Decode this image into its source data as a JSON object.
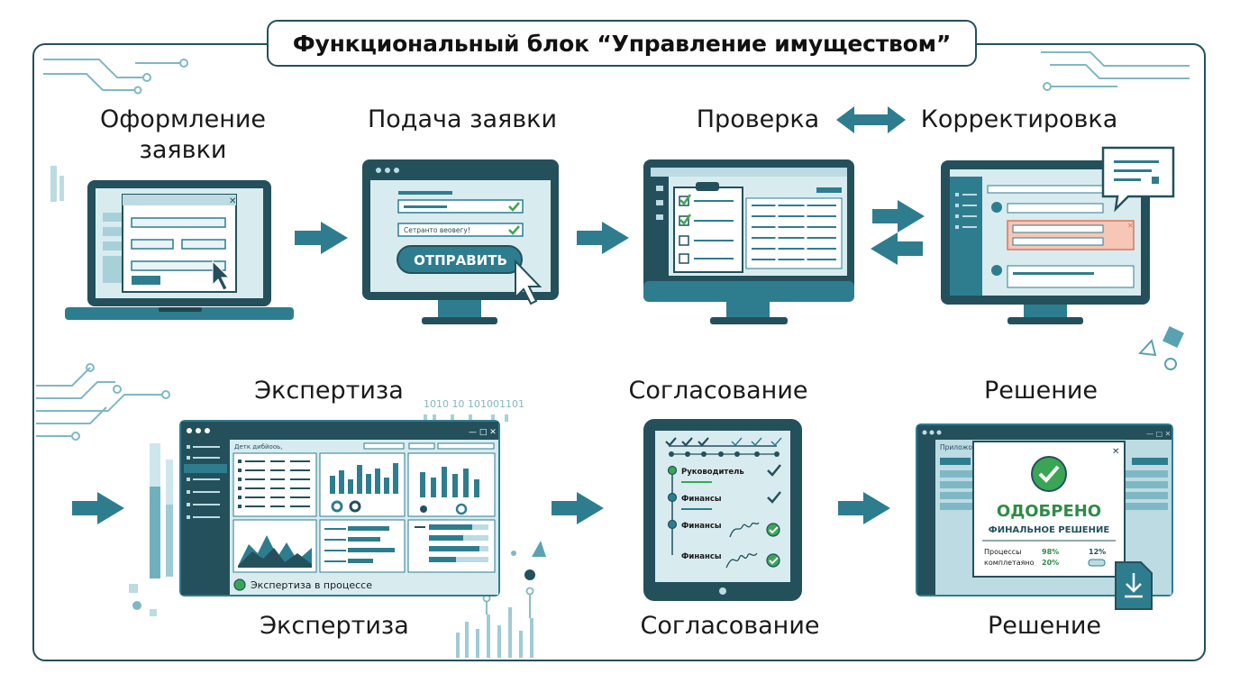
{
  "title": "Функциональный блок “Управление имуществом”",
  "steps": {
    "s1": {
      "line1": "Оформление",
      "line2": "заявки"
    },
    "s2": {
      "label": "Подача заявки",
      "field2": "Сетранто веовегу!",
      "button": "ОТПРАВИТЬ"
    },
    "s3": {
      "label": "Проверка"
    },
    "s4": {
      "label": "Корректировка"
    },
    "s5": {
      "label_top": "Экспертиза",
      "label_bottom": "Экспертиза",
      "panel_title": "Детк дибйооь,",
      "status": "Экспертиза в процессе"
    },
    "s6": {
      "label_top": "Согласование",
      "label_bottom": "Согласование",
      "rows": [
        "Руководитель",
        "Финансы",
        "Финансы",
        "Финансы"
      ]
    },
    "s7": {
      "label_top": "Решение",
      "label_bottom": "Решение",
      "window_title": "Приложо",
      "approved": "ОДОБРЕНО",
      "final": "ФИНАЛЬНОЕ РЕШЕНИЕ",
      "stat1_label": "Процессы",
      "stat1_value": "98%",
      "stat2_label": "комплетаяно",
      "stat2_value": "20%",
      "stat3_value": "12%"
    }
  },
  "binary_text": "1010 10 101001101",
  "colors": {
    "primary": "#24505c",
    "teal": "#2e7d8f",
    "light": "#d8ecf0",
    "approve": "#3aa655",
    "error": "#f6c6b6"
  }
}
